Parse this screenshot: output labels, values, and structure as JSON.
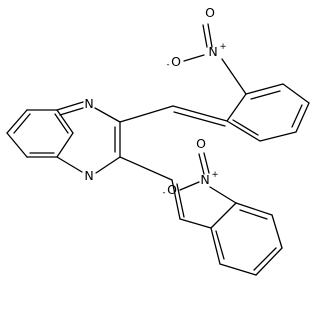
{
  "molecule": {
    "atoms": {
      "n1": "N",
      "n2": "N",
      "nitro_top_n": "N",
      "nitro_top_o_single": "O",
      "nitro_top_o_double": "O",
      "nitro_bot_n": "N",
      "nitro_bot_o_single": "O",
      "nitro_bot_o_double": "O"
    },
    "charges": {
      "nitro_top_n": "+",
      "nitro_top_o_single": "-",
      "nitro_bot_n": "+",
      "nitro_bot_o_single": "-"
    },
    "colors": {
      "bond": "#000000",
      "label": "#000000",
      "background": "#ffffff"
    }
  }
}
